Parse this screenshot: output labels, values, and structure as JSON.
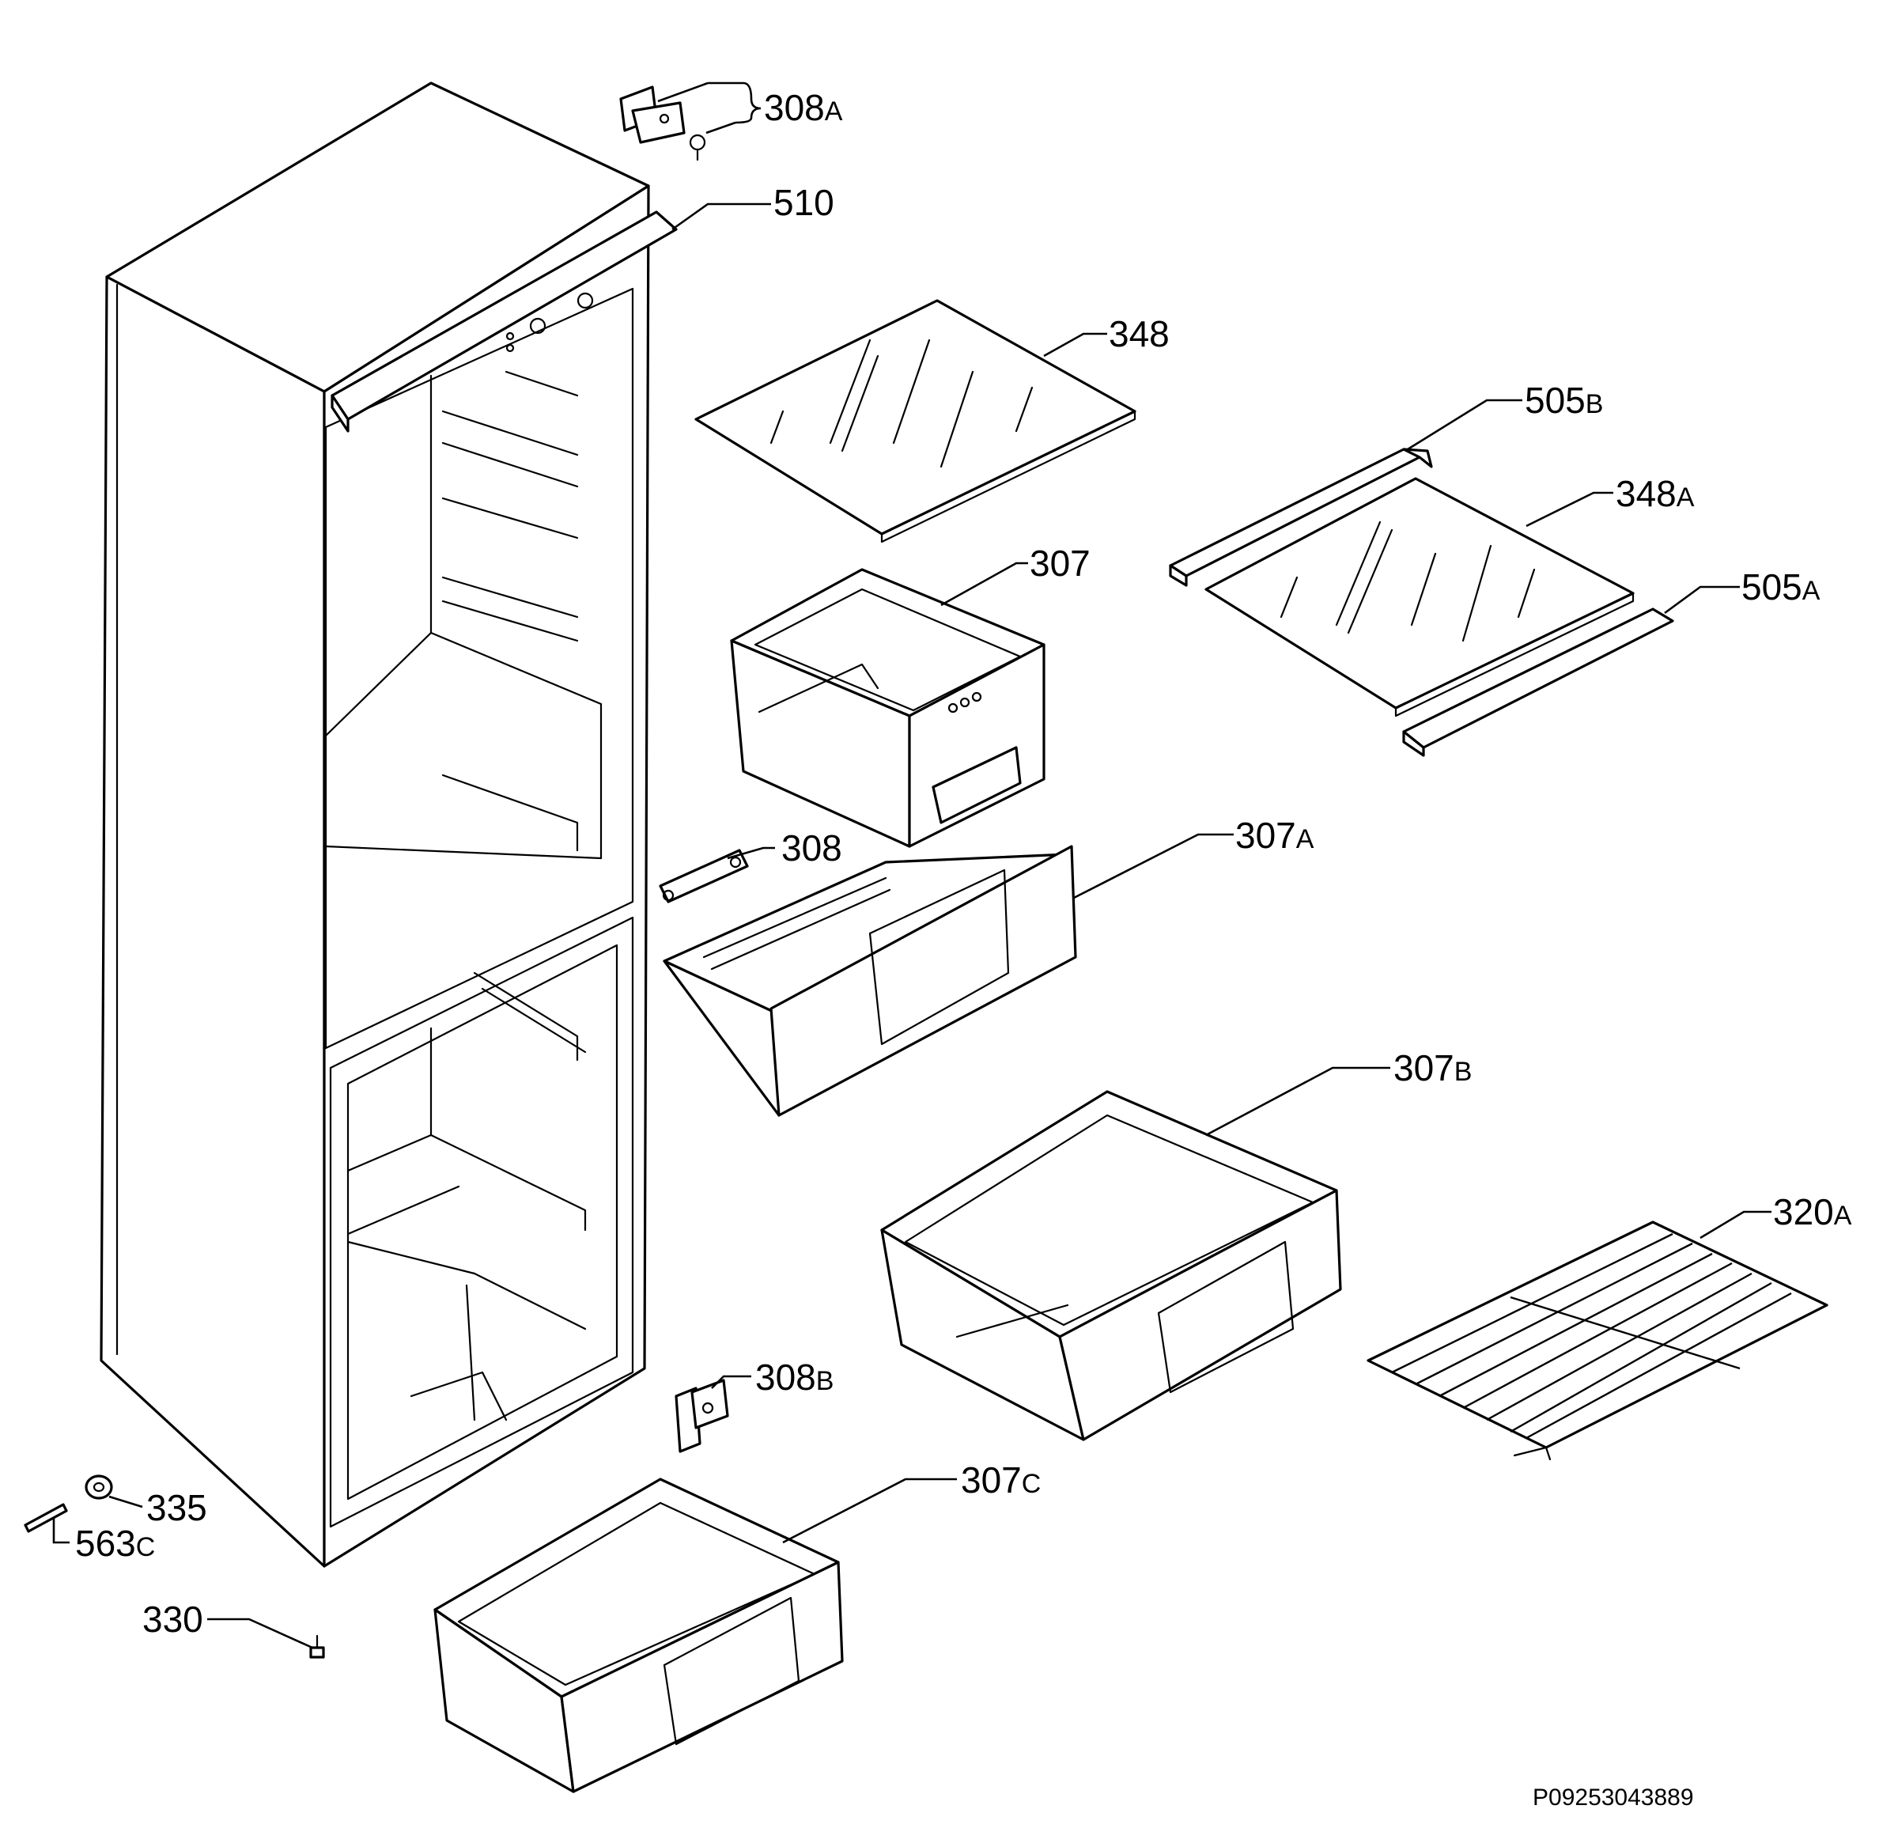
{
  "callouts": {
    "c308A": {
      "num": "308",
      "sfx": "A"
    },
    "c510": {
      "num": "510",
      "sfx": ""
    },
    "c348": {
      "num": "348",
      "sfx": ""
    },
    "c505B": {
      "num": "505",
      "sfx": "B"
    },
    "c348A": {
      "num": "348",
      "sfx": "A"
    },
    "c307": {
      "num": "307",
      "sfx": ""
    },
    "c505A": {
      "num": "505",
      "sfx": "A"
    },
    "c308": {
      "num": "308",
      "sfx": ""
    },
    "c307A": {
      "num": "307",
      "sfx": "A"
    },
    "c307B": {
      "num": "307",
      "sfx": "B"
    },
    "c320A": {
      "num": "320",
      "sfx": "A"
    },
    "c308B": {
      "num": "308",
      "sfx": "B"
    },
    "c307C": {
      "num": "307",
      "sfx": "C"
    },
    "c335": {
      "num": "335",
      "sfx": ""
    },
    "c563C": {
      "num": "563",
      "sfx": "C"
    },
    "c330": {
      "num": "330",
      "sfx": ""
    }
  },
  "reference_code": "P09253043889"
}
